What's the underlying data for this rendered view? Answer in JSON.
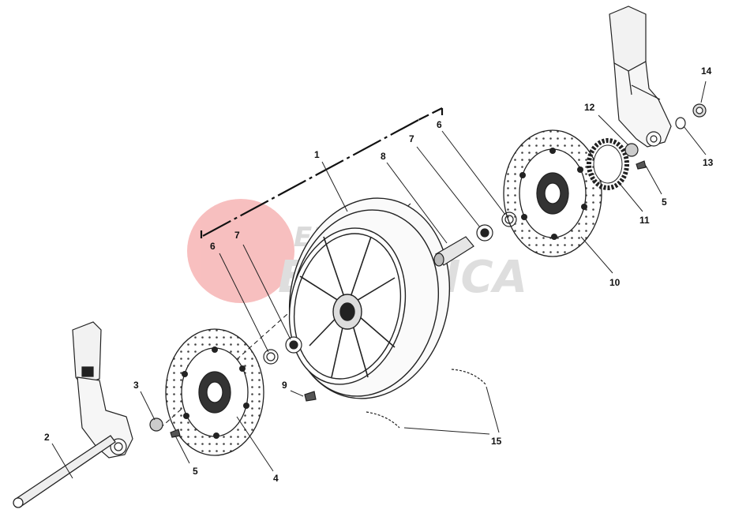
{
  "watermark": {
    "line1": "EJRICH",
    "line2": "ECCANICA",
    "badge_color": "#f28b8b",
    "text_color": "#c8c8c8"
  },
  "callouts": [
    {
      "id": "c1",
      "label": "1"
    },
    {
      "id": "c2",
      "label": "2"
    },
    {
      "id": "c3",
      "label": "3"
    },
    {
      "id": "c4",
      "label": "4"
    },
    {
      "id": "c5a",
      "label": "5"
    },
    {
      "id": "c5b",
      "label": "5"
    },
    {
      "id": "c6a",
      "label": "6"
    },
    {
      "id": "c6b",
      "label": "6"
    },
    {
      "id": "c7a",
      "label": "7"
    },
    {
      "id": "c7b",
      "label": "7"
    },
    {
      "id": "c8",
      "label": "8"
    },
    {
      "id": "c9",
      "label": "9"
    },
    {
      "id": "c10",
      "label": "10"
    },
    {
      "id": "c11",
      "label": "11"
    },
    {
      "id": "c12",
      "label": "12"
    },
    {
      "id": "c13",
      "label": "13"
    },
    {
      "id": "c14",
      "label": "14"
    },
    {
      "id": "c15",
      "label": "15"
    }
  ],
  "line_color": "#222222"
}
